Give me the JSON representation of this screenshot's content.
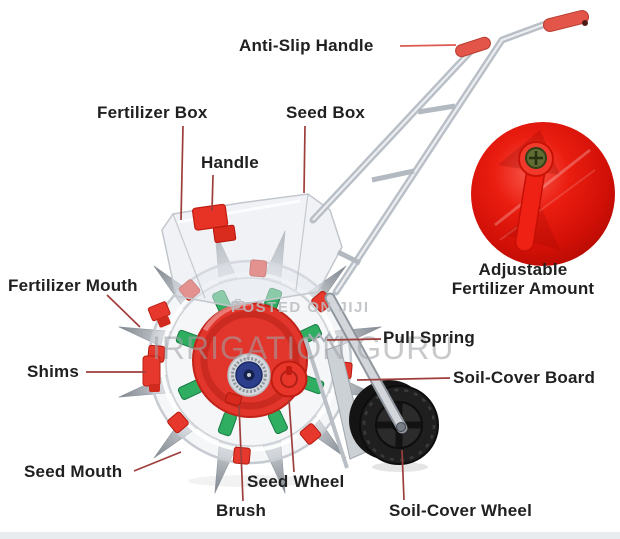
{
  "diagram": {
    "labels": {
      "anti_slip_handle": "Anti-Slip Handle",
      "fertilizer_box": "Fertilizer Box",
      "seed_box": "Seed Box",
      "handle": "Handle",
      "fertilizer_mouth": "Fertilizer Mouth",
      "shims": "Shims",
      "seed_mouth": "Seed Mouth",
      "brush": "Brush",
      "seed_wheel": "Seed Wheel",
      "pull_spring": "Pull Spring",
      "soil_cover_board": "Soil-Cover Board",
      "soil_cover_wheel": "Soil-Cover Wheel",
      "adjustable_line1": "Adjustable",
      "adjustable_line2": "Fertilizer Amount"
    },
    "watermarks": {
      "posted": "POSTED ON JIJI",
      "guru": "IRRIGATION GURU"
    },
    "colors": {
      "label_text": "#202020",
      "leader_line": "#9e3e3b",
      "leader_line_bright": "#dc5a50",
      "machine_red": "#e2352b",
      "clip_green": "#2fae62",
      "metal_gray": "#c6cbd1",
      "wheel_black": "#1f1f1f",
      "inset_red": "#d8140a",
      "watermark_gray": "#9a9ea3",
      "background": "#ffffff"
    }
  }
}
